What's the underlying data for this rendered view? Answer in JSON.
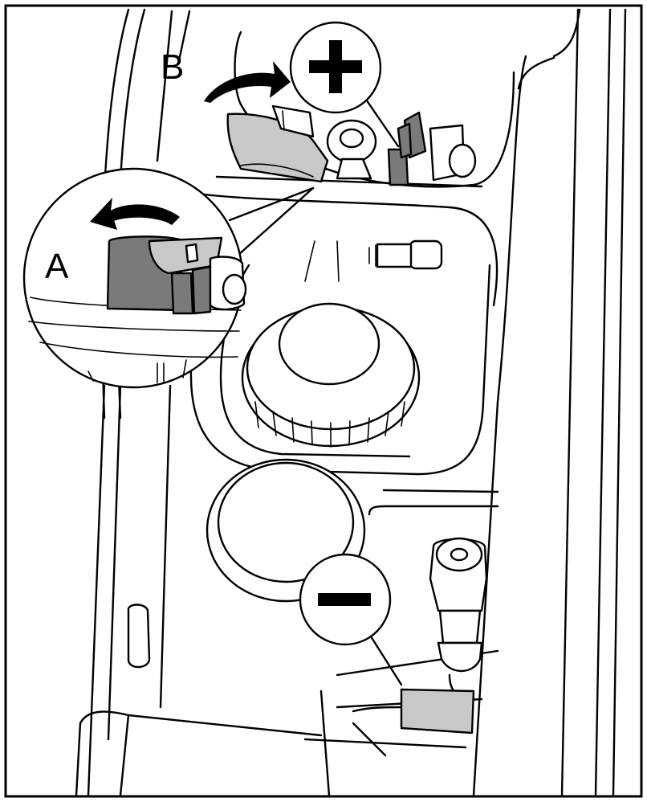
{
  "labels": {
    "a": "A",
    "b": "B"
  },
  "symbols": {
    "positive": "plus-sign",
    "negative": "minus-sign"
  },
  "colors": {
    "line": "#000000",
    "background": "#ffffff",
    "highlight_light": "#c8c8c8",
    "highlight_dark": "#7a7a7a"
  }
}
